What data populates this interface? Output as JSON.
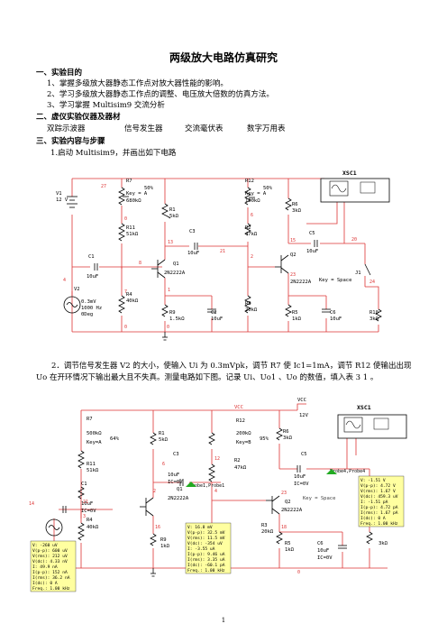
{
  "title": "两级放大电路仿真研究",
  "sections": {
    "s1": "一、实验目的",
    "s1_items": [
      "1、掌握多级放大器静态工作点对放大器性能的影响。",
      "2、学习多级放大器静态工作点的调整、电压放大倍数的仿真方法。",
      "3、学习掌握 Multisim9 交流分析"
    ],
    "s2": "二、虚仪实验仪器及器材",
    "s2_items": [
      "双踪示波器",
      "信号发生器",
      "交流毫伏表",
      "数字万用表"
    ],
    "s3": "三、实验内容与步骤",
    "step1": "1.启动 Multisim9，并画出如下电路",
    "step2": "2．调节信号发生器 V2 的大小，使输入 Ui 为 0.3mVpk，调节 R7 使 Ic1=1mA，调节 R12 使输出出现 Uo 在开环情况下输出最大且不失真。测量电路如下图。记录 Ui、Uo1 、Uo 的数值，填入表 3 1 。"
  },
  "circuit1": {
    "xsc": "XSC1",
    "v1": "V1",
    "v1v": "12 V",
    "r7": "R7",
    "r7v": "680kΩ",
    "r7k": "Key = A",
    "r7p": "50%",
    "r1": "R1",
    "r1v": "5kΩ",
    "r11": "R11",
    "r11v": "51kΩ",
    "c3": "C3",
    "c3v": "10uF",
    "c1": "C1",
    "c1v": "10uF",
    "q1": "Q1",
    "q1t": "2N2222A",
    "v2": "V2",
    "v2a": "0.3mV",
    "v2b": "1000 Hz",
    "v2c": "0Deg",
    "r4": "R4",
    "r4v": "40kΩ",
    "r9": "R9",
    "r9v": "1.5kΩ",
    "c2": "C2",
    "c2v": "10uF",
    "r12": "R12",
    "r12v": "100kΩ",
    "r12k": "Key = A",
    "r12p": "50%",
    "r2": "R2",
    "r2v": "47kΩ",
    "r6": "R6",
    "r6v": "3kΩ",
    "c5": "C5",
    "c5v": "10uF",
    "q2": "Q2",
    "q2t": "2N2222A",
    "j1": "J1",
    "j1k": "Key = Space",
    "r3": "R3",
    "r3v": "20kΩ",
    "r5": "R5",
    "r5v": "1kΩ",
    "c6": "C6",
    "c6v": "10uF",
    "r10": "R10",
    "r10v": "3kΩ",
    "nodes": [
      "27",
      "0",
      "7",
      "13",
      "21",
      "6",
      "2",
      "15",
      "20",
      "4",
      "8",
      "1",
      "23",
      "24",
      "0",
      "0"
    ]
  },
  "circuit2": {
    "xsc": "XSC1",
    "vcc": "VCC",
    "vcc2": "VCC",
    "v12": "12V",
    "r7": "R7",
    "r7v": "500kΩ",
    "r7k": "Key=A",
    "r7p": "64%",
    "r1": "R1",
    "r1v": "5kΩ",
    "r11": "R11",
    "r11v": "51kΩ",
    "c3": "C3",
    "c3v": "10uF",
    "c3ic": "IC=0V",
    "c1": "C1",
    "c1v": "10uF",
    "c1ic": "IC=0V",
    "q1": "Q1",
    "q1t": "2N2222A",
    "r4": "R4",
    "r4v": "40kΩ",
    "r9": "R9",
    "r9v": "1kΩ",
    "r12": "R12",
    "r12v": "200kΩ",
    "r12k": "Key=B",
    "r12p": "95%",
    "r2": "R2",
    "r2v": "47kΩ",
    "r6": "R6",
    "r6v": "3kΩ",
    "c5": "C5",
    "c5v": "10uF",
    "c5ic": "IC=0V",
    "q2": "Q2",
    "q2t": "2N2222A",
    "key": "Key = Space",
    "r3": "R3",
    "r3v": "20kΩ",
    "r5": "R5",
    "r5v": "1kΩ",
    "c6": "C6",
    "c6v": "10uF",
    "c6ic": "IC=0V",
    "r10v": "3kΩ",
    "probe1": "Probe1,Probe1",
    "probe4": "Probe4,Probe4",
    "probeA": [
      "V: -260 uV",
      "V(p-p): 600 uV",
      "V(rms): 212 uV",
      "V(dc): 4.33 nV",
      "I: 49.9 nA",
      "I(p-p): 152 nA",
      "I(rms): 36.2 nA",
      "I(dc): 0 A",
      "Freq.: 1.00 kHz"
    ],
    "probeB": [
      "V: 16.8 mV",
      "V(p-p): 32.5 mV",
      "V(rms): 11.5 mV",
      "V(dc): -354 uV",
      "I: -3.55 uA",
      "I(p-p): 9.46 uA",
      "I(rms): 3.35 uA",
      "I(dc): -60.1 pA",
      "Freq.: 1.00 kHz"
    ],
    "probeC": [
      "V: -1.51 V",
      "V(p-p): 4.72 V",
      "V(rms): 1.67 V",
      "V(dc): 459.3 uV",
      "I: -1.51 pA",
      "I(p-p): 4.72 pA",
      "I(rms): 1.67 pA",
      "I(dc): 0 A",
      "Freq.: 1.00 kHz"
    ],
    "nodes": [
      "14",
      "6",
      "2",
      "12",
      "3",
      "23",
      "16",
      "4",
      "0",
      "21",
      "18"
    ]
  },
  "page_number": "1"
}
